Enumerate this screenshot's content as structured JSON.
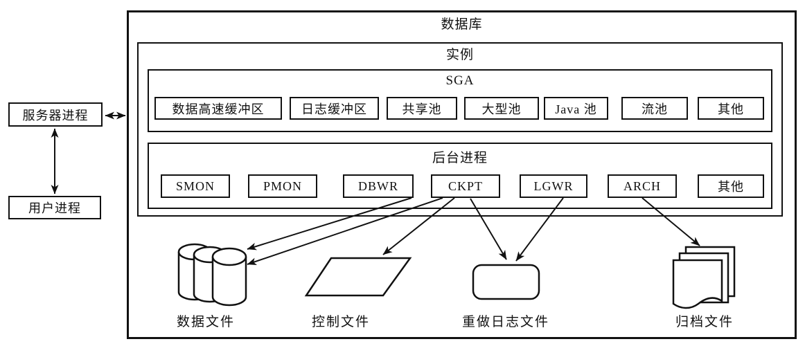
{
  "diagram": {
    "title": "数据库",
    "instance": {
      "title": "实例",
      "sga": {
        "title": "SGA",
        "items": [
          {
            "label": "数据高速缓冲区"
          },
          {
            "label": "日志缓冲区"
          },
          {
            "label": "共享池"
          },
          {
            "label": "大型池"
          },
          {
            "label": "Java 池"
          },
          {
            "label": "流池"
          },
          {
            "label": "其他"
          }
        ]
      },
      "background_processes": {
        "title": "后台进程",
        "items": [
          {
            "label": "SMON"
          },
          {
            "label": "PMON"
          },
          {
            "label": "DBWR"
          },
          {
            "label": "CKPT"
          },
          {
            "label": "LGWR"
          },
          {
            "label": "ARCH"
          },
          {
            "label": "其他"
          }
        ]
      }
    },
    "external": {
      "server_process": "服务器进程",
      "user_process": "用户进程"
    },
    "files": [
      {
        "label": "数据文件",
        "icon": "database-cylinders-icon"
      },
      {
        "label": "控制文件",
        "icon": "parallelogram-icon"
      },
      {
        "label": "重做日志文件",
        "icon": "rounded-rectangle-icon"
      },
      {
        "label": "归档文件",
        "icon": "document-stack-icon"
      }
    ],
    "connections": [
      {
        "from": "用户进程",
        "to": "服务器进程",
        "type": "double-arrow"
      },
      {
        "from": "服务器进程",
        "to": "数据库",
        "type": "double-arrow"
      },
      {
        "from": "DBWR",
        "to": "数据文件",
        "type": "arrow"
      },
      {
        "from": "CKPT",
        "to": "数据文件",
        "type": "arrow"
      },
      {
        "from": "CKPT",
        "to": "控制文件",
        "type": "arrow"
      },
      {
        "from": "CKPT",
        "to": "重做日志文件",
        "type": "arrow"
      },
      {
        "from": "LGWR",
        "to": "重做日志文件",
        "type": "arrow"
      },
      {
        "from": "ARCH",
        "to": "归档文件",
        "type": "arrow"
      }
    ],
    "colors": {
      "line": "#111111",
      "background": "#ffffff"
    }
  }
}
